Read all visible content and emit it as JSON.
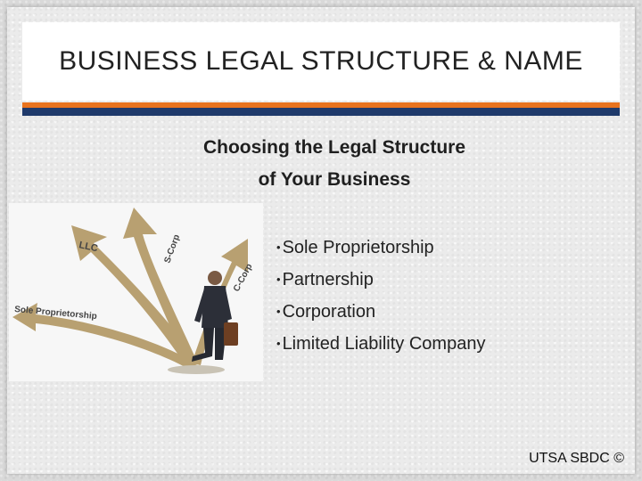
{
  "slide": {
    "title": "BUSINESS LEGAL STRUCTURE & NAME",
    "subtitle_line1": "Choosing the Legal Structure",
    "subtitle_line2": "of Your Business",
    "bullets": [
      "Sole Proprietorship",
      "Partnership",
      "Corporation",
      "Limited Liability Company"
    ],
    "footer": "UTSA SBDC ©"
  },
  "illustration": {
    "arrow_labels": [
      "LLC",
      "S-Corp",
      "C-Corp",
      "Sole Proprietorship"
    ]
  },
  "colors": {
    "accent_orange": "#e8731e",
    "accent_navy": "#1f3a6b",
    "arrow_gold": "#b8a071"
  }
}
